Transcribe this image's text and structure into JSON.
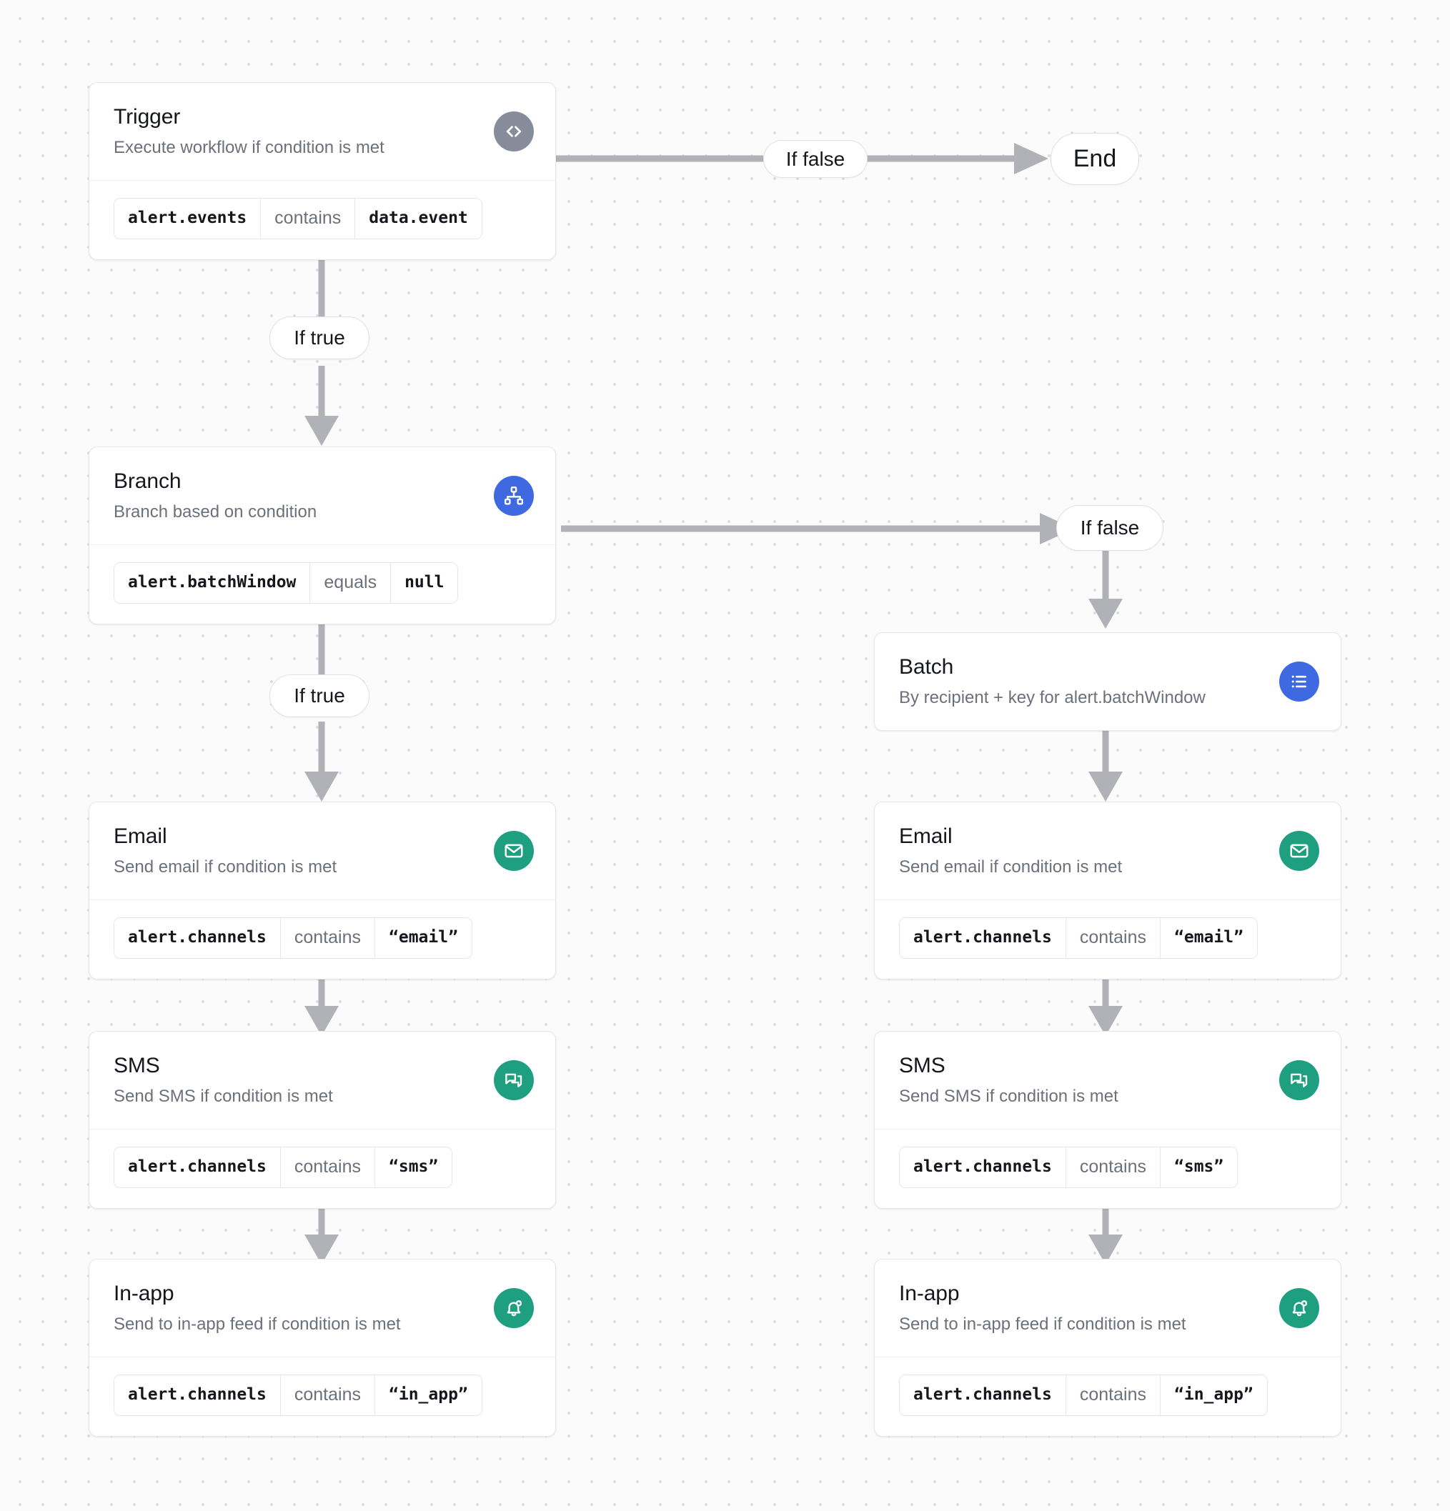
{
  "canvas": {
    "background_color": "#fbfbfc",
    "grid_dot_color": "#dcdde1",
    "edge_color": "#b0b2b8"
  },
  "palette": {
    "gray_badge": "#868c99",
    "blue_badge": "#3f69e0",
    "green_badge": "#1ea080",
    "card_border": "#e6e7ea",
    "title_color": "#15171c",
    "subtitle_color": "#6b707b"
  },
  "nodes": {
    "trigger": {
      "title": "Trigger",
      "subtitle": "Execute workflow if condition is met",
      "icon": "code-brackets-icon",
      "condition": {
        "field": "alert.events",
        "operator": "contains",
        "value": "data.event"
      }
    },
    "branch": {
      "title": "Branch",
      "subtitle": "Branch based on condition",
      "icon": "sitemap-icon",
      "condition": {
        "field": "alert.batchWindow",
        "operator": "equals",
        "value": "null"
      }
    },
    "batch": {
      "title": "Batch",
      "subtitle": "By recipient + key for alert.batchWindow",
      "icon": "list-icon"
    },
    "email_left": {
      "title": "Email",
      "subtitle": "Send email if condition is met",
      "icon": "envelope-icon",
      "condition": {
        "field": "alert.channels",
        "operator": "contains",
        "value": "“email”"
      }
    },
    "sms_left": {
      "title": "SMS",
      "subtitle": "Send SMS if condition is met",
      "icon": "chat-bubbles-icon",
      "condition": {
        "field": "alert.channels",
        "operator": "contains",
        "value": "“sms”"
      }
    },
    "inapp_left": {
      "title": "In-app",
      "subtitle": "Send to in-app feed if condition is met",
      "icon": "bell-dot-icon",
      "condition": {
        "field": "alert.channels",
        "operator": "contains",
        "value": "“in_app”"
      }
    },
    "email_right": {
      "title": "Email",
      "subtitle": "Send email if condition is met",
      "icon": "envelope-icon",
      "condition": {
        "field": "alert.channels",
        "operator": "contains",
        "value": "“email”"
      }
    },
    "sms_right": {
      "title": "SMS",
      "subtitle": "Send SMS if condition is met",
      "icon": "chat-bubbles-icon",
      "condition": {
        "field": "alert.channels",
        "operator": "contains",
        "value": "“sms”"
      }
    },
    "inapp_right": {
      "title": "In-app",
      "subtitle": "Send to in-app feed if condition is met",
      "icon": "bell-dot-icon",
      "condition": {
        "field": "alert.channels",
        "operator": "contains",
        "value": "“in_app”"
      }
    }
  },
  "pills": {
    "trigger_false": "If false",
    "trigger_true": "If true",
    "branch_false": "If false",
    "branch_true": "If true",
    "end": "End"
  }
}
